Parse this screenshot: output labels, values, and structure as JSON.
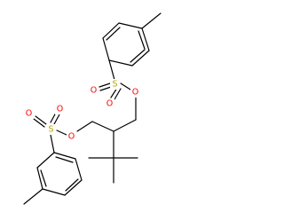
{
  "colors": {
    "background": "#ffffff",
    "bond": "#000000",
    "carbon": "#000000",
    "oxygen": "#ff0000",
    "sulfur": "#b8a200"
  },
  "atoms": {
    "o_top_sulfonyl_left": "O",
    "o_top_sulfonyl_right": "O",
    "s_top": "S",
    "o_top_ester": "O",
    "o_bottom_sulfonyl_top": "O",
    "o_bottom_sulfonyl_left": "O",
    "s_bottom": "S",
    "o_bottom_ester": "O"
  }
}
